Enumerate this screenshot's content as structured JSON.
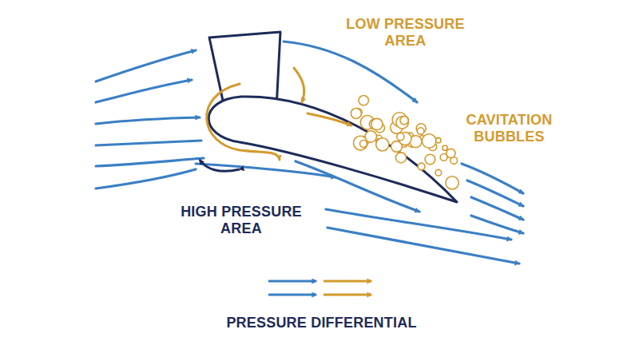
{
  "diagram": {
    "labels": [
      "LOW PRESSURE AREA",
      "CAVITATION BUBBLES",
      "HIGH PRESSURE AREA",
      "PRESSURE DIFFERENTIAL"
    ]
  }
}
